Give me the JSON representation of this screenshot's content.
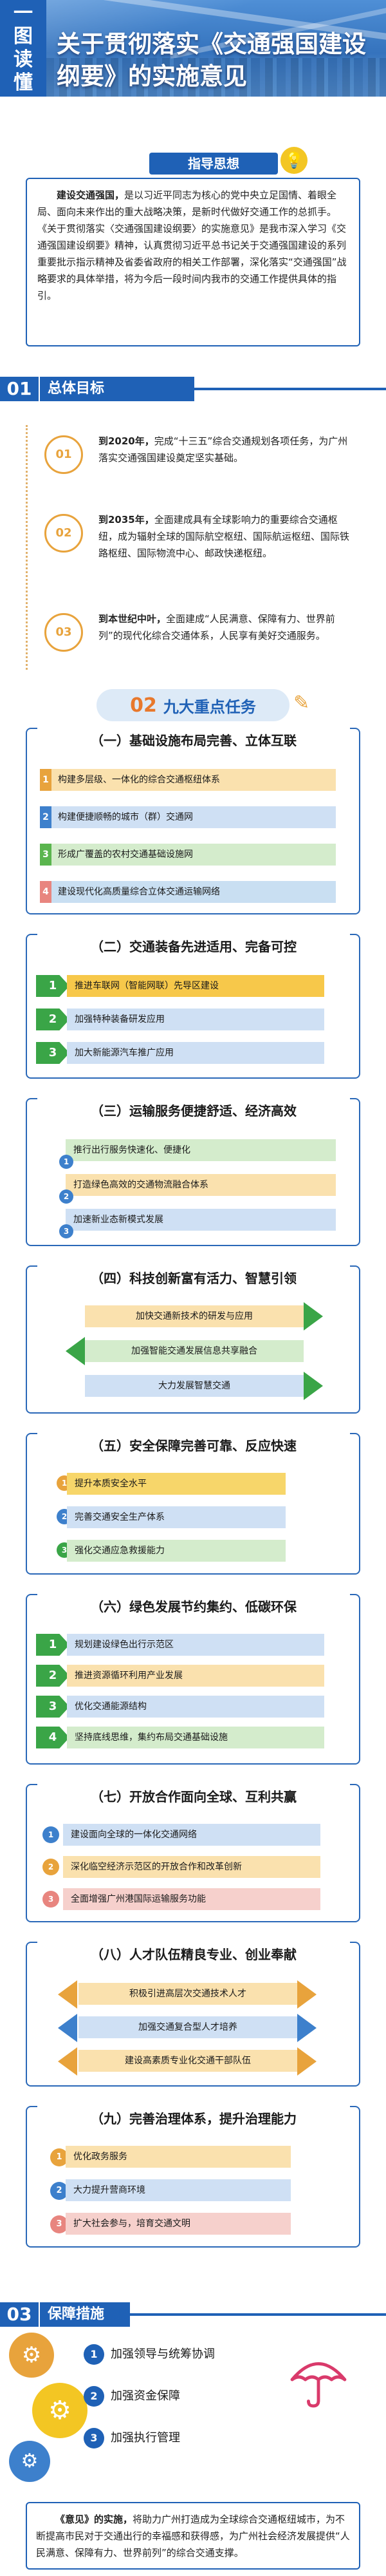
{
  "header": {
    "badge": [
      "一",
      "图",
      "读",
      "懂"
    ],
    "title": "关于贯彻落实《交通强国建设纲要》的实施意见"
  },
  "guiding": {
    "heading": "指导思想",
    "intro_bold": "建设交通强国，",
    "body": "是以习近平同志为核心的党中央立足国情、着眼全局、面向未来作出的重大战略决策，是新时代做好交通工作的总抓手。《关于贯彻落实〈交通强国建设纲要〉的实施意见》是我市深入学习《交通强国建设纲要》精神，认真贯彻习近平总书记关于交通强国建设的系列重要批示指示精神及省委省政府的相关工作部署，深化落实“交通强国”战略要求的具体举措，将为今后一段时间内我市的交通工作提供具体的指引。"
  },
  "goals": {
    "num": "01",
    "heading": "总体目标",
    "items": [
      {
        "no": "01",
        "bold": "到2020年，",
        "text": "完成“十三五”综合交通规划各项任务，为广州落实交通强国建设奠定坚实基础。"
      },
      {
        "no": "02",
        "bold": "到2035年，",
        "text": "全面建成具有全球影响力的重要综合交通枢纽，成为辐射全球的国际航空枢纽、国际航运枢纽、国际铁路枢纽、国际物流中心、邮政快递枢纽。"
      },
      {
        "no": "03",
        "bold": "到本世纪中叶，",
        "text": "全面建成“人民满意、保障有力、世界前列”的现代化综合交通体系，人民享有美好交通服务。"
      }
    ]
  },
  "tasks": {
    "num": "02",
    "heading": "九大重点任务",
    "groups": [
      {
        "title": "（一）基础设施布局完善、立体互联",
        "items": [
          "构建多层级、一体化的综合交通枢纽体系",
          "构建便捷顺畅的城市（群）交通网",
          "形成广覆盖的农村交通基础设施网",
          "建设现代化高质量综合立体交通运输网络"
        ],
        "marks": [
          "1",
          "2",
          "3",
          "4"
        ]
      },
      {
        "title": "（二）交通装备先进适用、完备可控",
        "items": [
          "推进车联网（智能网联）先导区建设",
          "加强特种装备研发应用",
          "加大新能源汽车推广应用"
        ],
        "marks": [
          "1",
          "2",
          "3"
        ]
      },
      {
        "title": "（三）运输服务便捷舒适、经济高效",
        "items": [
          "推行出行服务快速化、便捷化",
          "打造绿色高效的交通物流融合体系",
          "加速新业态新模式发展"
        ],
        "marks": [
          "1",
          "2",
          "3"
        ]
      },
      {
        "title": "（四）科技创新富有活力、智慧引领",
        "items": [
          "加快交通新技术的研发与应用",
          "加强智能交通发展信息共享融合",
          "大力发展智慧交通"
        ]
      },
      {
        "title": "（五）安全保障完善可靠、反应快速",
        "items": [
          "提升本质安全水平",
          "完善交通安全生产体系",
          "强化交通应急救援能力"
        ],
        "marks": [
          "1",
          "2",
          "3"
        ]
      },
      {
        "title": "（六）绿色发展节约集约、低碳环保",
        "items": [
          "规划建设绿色出行示范区",
          "推进资源循环利用产业发展",
          "优化交通能源结构",
          "坚持底线思维，集约布局交通基础设施"
        ],
        "marks": [
          "1",
          "2",
          "3",
          "4"
        ]
      },
      {
        "title": "（七）开放合作面向全球、互利共赢",
        "items": [
          "建设面向全球的一体化交通网络",
          "深化临空经济示范区的开放合作和改革创新",
          "全面增强广州港国际运输服务功能"
        ],
        "marks": [
          "1",
          "2",
          "3"
        ]
      },
      {
        "title": "（八）人才队伍精良专业、创业奉献",
        "items": [
          "积极引进高层次交通技术人才",
          "加强交通复合型人才培养",
          "建设高素质专业化交通干部队伍"
        ]
      },
      {
        "title": "（九）完善治理体系，提升治理能力",
        "items": [
          "优化政务服务",
          "大力提升营商环境",
          "扩大社会参与，培育交通文明"
        ],
        "marks": [
          "1",
          "2",
          "3"
        ]
      }
    ]
  },
  "safeguards": {
    "num": "03",
    "heading": "保障措施",
    "items": [
      {
        "no": "1",
        "text": "加强领导与统筹协调"
      },
      {
        "no": "2",
        "text": "加强资金保障"
      },
      {
        "no": "3",
        "text": "加强执行管理"
      }
    ]
  },
  "conclusion": {
    "bold": "《意见》的实施，",
    "text": "将助力广州打造成为全球综合交通枢纽城市，为不断提高市民对于交通出行的幸福感和获得感，为广州社会经济发展提供“人民满意、保障有力、世界前列”的综合交通支撑。"
  },
  "colors": {
    "primary": "#1f61b6",
    "accent_orange": "#e8a33c",
    "green": "#3aa547",
    "yellow": "#f3c623",
    "pink": "#e8857f",
    "light_blue": "#ddeaf7"
  }
}
